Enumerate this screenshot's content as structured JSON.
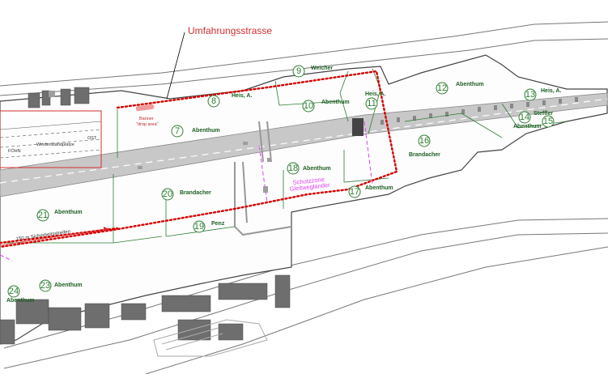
{
  "callout": {
    "label": "Umfahrungsstrasse"
  },
  "labels": {
    "weicher": "Weicher",
    "heis_1": "Heis, A.",
    "abenthum_10": "Abenthum",
    "heis_2": "Heis, A.",
    "abenthum_12": "Abenthum",
    "heis_3": "Heis, A.",
    "steffler": "Steffler",
    "abenthum_15": "Abenthum",
    "brandacher_16": "Brandacher",
    "abenthum_7": "Abenthum",
    "abenthum_18": "Abenthum",
    "brandacher_20": "Brandacher",
    "abenthum_21": "Abenthum",
    "penz": "Penz",
    "abenthum_17": "Abenthum",
    "abenthum_23": "Abenthum",
    "abenthum_24": "Abenthum"
  },
  "numbers": [
    "7",
    "8",
    "9",
    "10",
    "11",
    "12",
    "13",
    "14",
    "15",
    "16",
    "17",
    "18",
    "19",
    "20",
    "21",
    "23",
    "24"
  ],
  "annotations": {
    "schutzzone_1": "Schutzzone",
    "schutzzone_2": "Gleitweglander",
    "banner_1": "Banner",
    "banner_2": "\"drop area\"",
    "foehn": "FÖHN",
    "wind": "Windenstandplätze",
    "ost": "OST",
    "sicherheit": "150 m Sicherheitsstreifen"
  },
  "colors": {
    "parcel_border": "#2e7d32",
    "label": "#1b5e20",
    "callout": "#d32f2f",
    "road_dots": "#d50000",
    "protection_zone": "#e040fb",
    "runway": "#c8c8c8",
    "buildings": "#6e6e6e"
  }
}
